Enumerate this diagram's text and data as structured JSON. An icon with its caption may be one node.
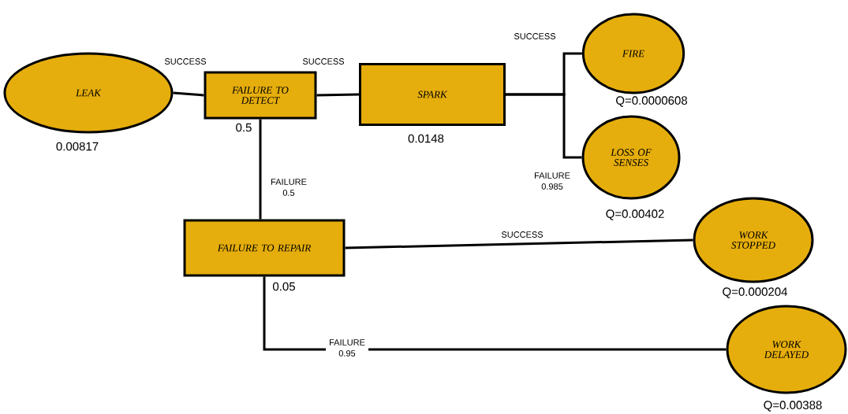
{
  "diagram": {
    "nodes": [
      {
        "text": [
          "LEAK"
        ],
        "beside": [
          "0.00817"
        ]
      },
      {
        "text": [
          "FAILURE TO DETECT"
        ],
        "beside": [
          "0.5"
        ]
      },
      {
        "text": [
          "SPARK"
        ],
        "beside": [
          "0.0148"
        ]
      },
      {
        "text": [
          "FIRE"
        ],
        "beside": [
          "Q=0.0000608"
        ]
      },
      {
        "text": [
          "LOSS OF SENSES"
        ],
        "beside": [
          "Q=0.00402"
        ]
      },
      {
        "text": [
          "FAILURE TO REPAIR"
        ],
        "beside": [
          "0.05"
        ]
      },
      {
        "text": [
          "WORK STOPPED"
        ],
        "beside": [
          "Q=0.000204"
        ]
      },
      {
        "text": [
          "WORK DELAYED"
        ],
        "beside": [
          "Q=0.00388"
        ]
      }
    ],
    "edges": [
      {
        "from": 0,
        "to": 1,
        "arrow": "none",
        "label": "SUCCESS"
      },
      {
        "from": 1,
        "to": 2,
        "arrow": "none",
        "label": "SUCCESS"
      },
      {
        "from": 2,
        "to": 3,
        "arrow": "none",
        "label": "SUCCESS"
      },
      {
        "from": 2,
        "to": 4,
        "arrow": "none",
        "label": "FAILURE 0.985"
      },
      {
        "from": 1,
        "to": 5,
        "arrow": "none",
        "label": "FAILURE 0.5"
      },
      {
        "from": 5,
        "to": 6,
        "arrow": "none",
        "label": "SUCCESS"
      },
      {
        "from": 5,
        "to": 7,
        "arrow": "none",
        "label": "FAILURE 0.95"
      }
    ]
  }
}
